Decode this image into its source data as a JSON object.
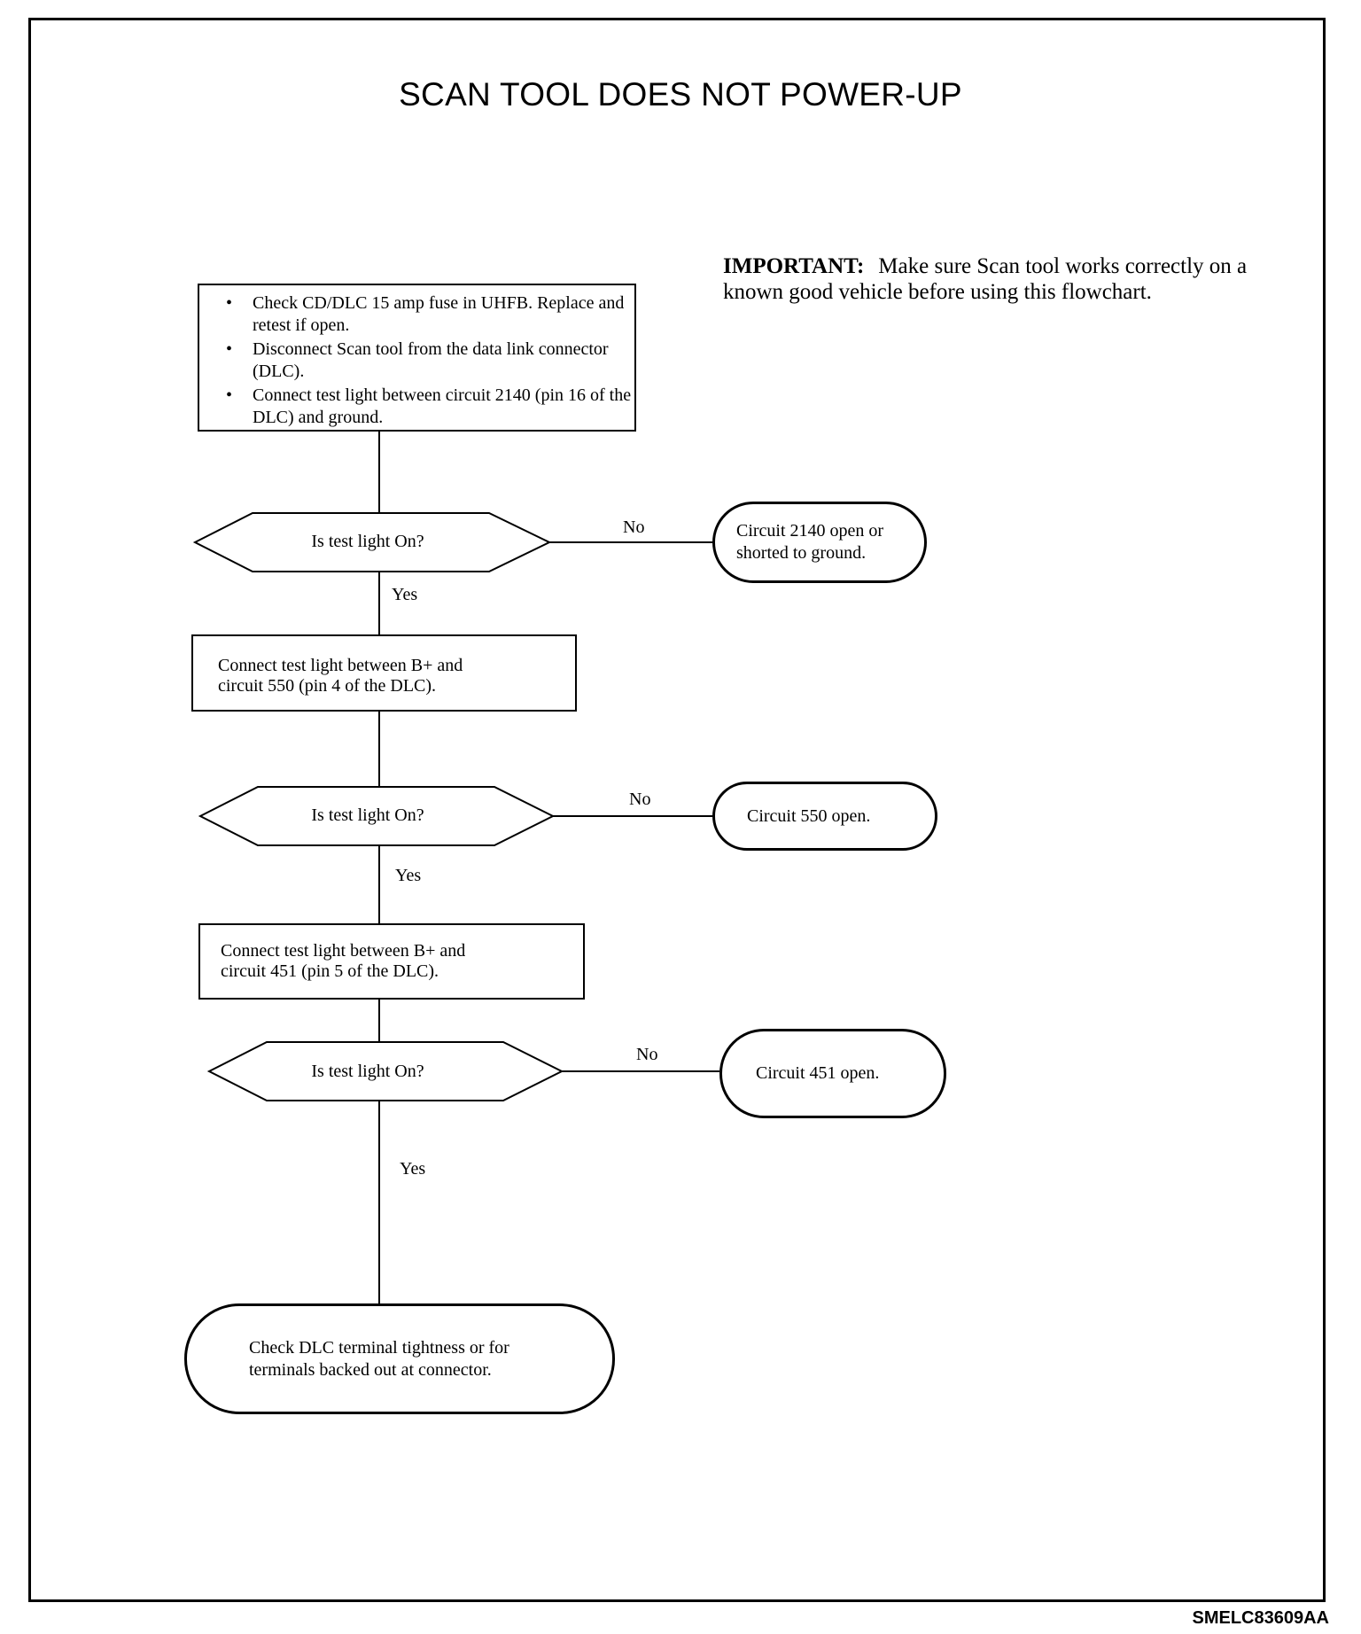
{
  "title": "SCAN TOOL DOES NOT POWER-UP",
  "important": {
    "label": "IMPORTANT:",
    "text": "Make sure Scan tool works correctly on a known good vehicle before using this flowchart."
  },
  "start_box": {
    "items": [
      "Check CD/DLC 15 amp fuse in UHFB. Replace and retest if open.",
      "Disconnect Scan tool from the data link connector (DLC).",
      "Connect test light between circuit 2140 (pin 16 of the DLC) and ground."
    ]
  },
  "decisions": [
    {
      "question": "Is test light On?",
      "no_label": "No",
      "yes_label": "Yes",
      "no_result": "Circuit 2140 open or shorted to ground."
    },
    {
      "question": "Is test light On?",
      "no_label": "No",
      "yes_label": "Yes",
      "no_result": "Circuit 550 open."
    },
    {
      "question": "Is test light On?",
      "no_label": "No",
      "yes_label": "Yes",
      "no_result": "Circuit 451 open."
    }
  ],
  "steps": [
    "Connect test light between B+ and circuit 550 (pin 4 of the DLC).",
    "Connect test light between B+ and circuit 451 (pin 5 of the DLC)."
  ],
  "final_result": "Check DLC terminal tightness or for terminals backed out at connector.",
  "footer_code": "SMELC83609AA"
}
